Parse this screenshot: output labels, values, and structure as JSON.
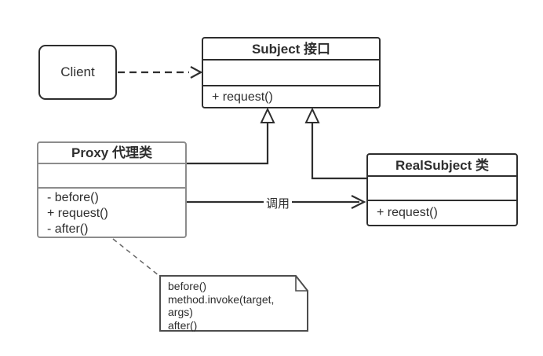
{
  "client": {
    "label": "Client"
  },
  "subject": {
    "title": "Subject 接口",
    "methods": [
      "+ request()"
    ]
  },
  "proxy": {
    "title": "Proxy 代理类",
    "methods": [
      "- before()",
      "+ request()",
      "- after()"
    ]
  },
  "real_subject": {
    "title": "RealSubject 类",
    "methods": [
      "+ request()"
    ]
  },
  "call_arrow": {
    "label": "调用"
  },
  "note": {
    "lines": [
      "before()",
      "method.invoke(target,",
      "args)",
      "after()"
    ]
  },
  "colors": {
    "box_stroke": "#2e2e2e",
    "proxy_stroke": "#8c8c8c",
    "note_stroke": "#4d4d4d",
    "text": "#2e2e2e",
    "background": "#ffffff"
  }
}
